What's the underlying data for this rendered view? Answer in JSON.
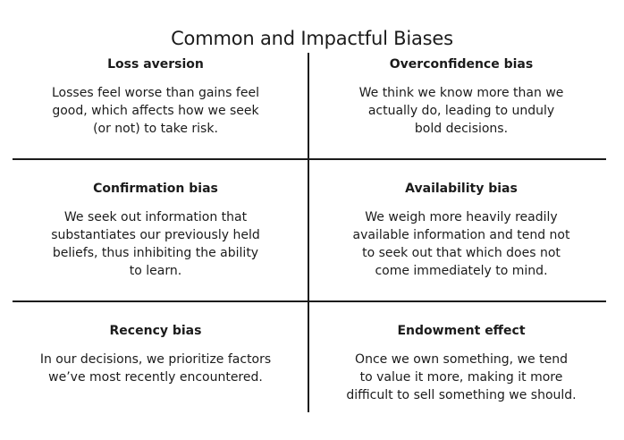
{
  "title": "Common and Impactful Biases",
  "biases": [
    {
      "name": "Loss aversion",
      "lines": [
        "Losses feel worse than gains feel",
        "good, which affects how we seek",
        "(or not) to take risk."
      ]
    },
    {
      "name": "Overconfidence bias",
      "lines": [
        "We think we know more than we",
        "actually do, leading to unduly",
        "bold decisions."
      ]
    },
    {
      "name": "Confirmation bias",
      "lines": [
        "We seek out information that",
        "substantiates our previously held",
        "beliefs, thus inhibiting the ability",
        "to learn."
      ]
    },
    {
      "name": "Availability bias",
      "lines": [
        "We weigh more heavily readily",
        "available information and tend not",
        "to seek out that which does not",
        "come immediately to mind."
      ]
    },
    {
      "name": "Recency bias",
      "lines": [
        "In our decisions, we prioritize factors",
        "we’ve most recently encountered."
      ]
    },
    {
      "name": "Endowment effect",
      "lines": [
        "Once we own something, we tend",
        "to value it more, making it more",
        "difficult to sell something we should."
      ]
    }
  ]
}
